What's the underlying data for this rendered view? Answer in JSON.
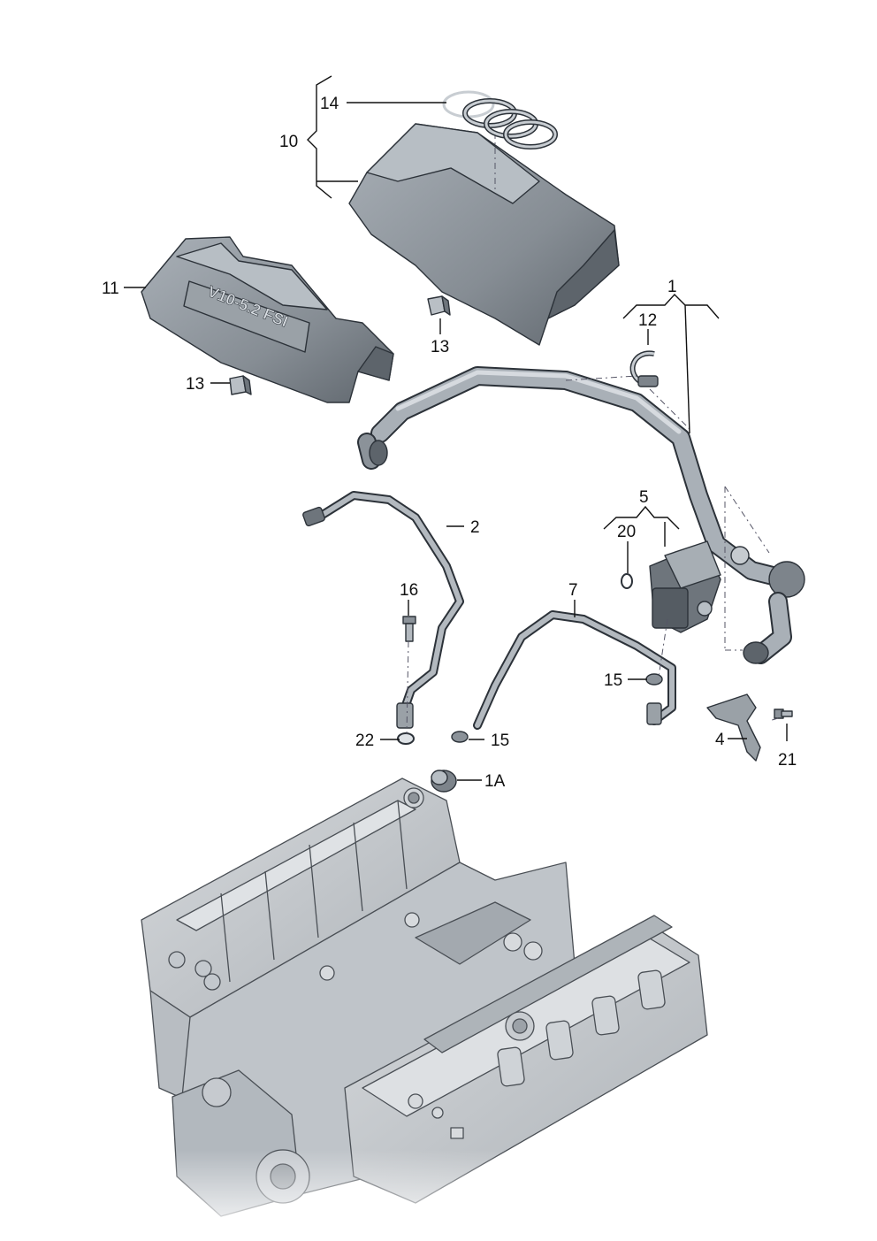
{
  "colors": {
    "part_fill": "#8b9299",
    "part_light": "#b9bfc5",
    "part_dark": "#5d646b",
    "engine_fill": "#c9cdd1",
    "engine_shade": "#a8aeb4",
    "ink": "#111111"
  },
  "labels": {
    "p14": "14",
    "p10": "10",
    "p11": "11",
    "p13a": "13",
    "p13b": "13",
    "p1": "1",
    "p12": "12",
    "p2": "2",
    "p5": "5",
    "p20": "20",
    "p16": "16",
    "p7": "7",
    "p15a": "15",
    "p15b": "15",
    "p4": "4",
    "p21": "21",
    "p22": "22",
    "p1A": "1A"
  },
  "cover_emblem": "V10-5.2 FSI",
  "icons": {
    "rings_logo": "four-rings-logo-icon"
  }
}
